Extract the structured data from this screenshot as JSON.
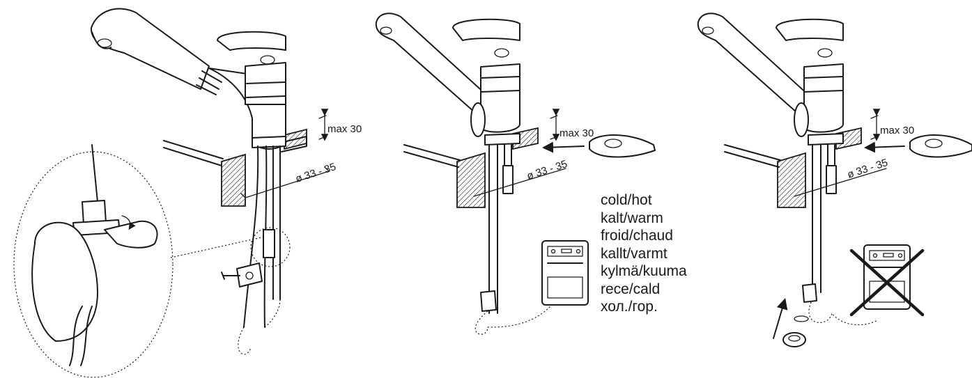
{
  "dimensions": {
    "max_height_label": "max 30",
    "diameter_label": "ø 33 - 35"
  },
  "connection_labels": [
    "cold/hot",
    "kalt/warm",
    "froid/chaud",
    "kallt/varmt",
    "kylmä/kuuma",
    "rece/cald",
    "хол./гор."
  ],
  "icons": {
    "panel1": [
      "pull-out-spray-faucet-icon",
      "hand-wrench-detail-icon",
      "hose-clamp-icon"
    ],
    "panel2": [
      "standard-faucet-icon",
      "mounting-plate-icon",
      "water-heater-icon"
    ],
    "panel3": [
      "standard-faucet-icon",
      "mounting-plate-icon",
      "no-water-heater-icon",
      "nut-washer-icon"
    ]
  }
}
